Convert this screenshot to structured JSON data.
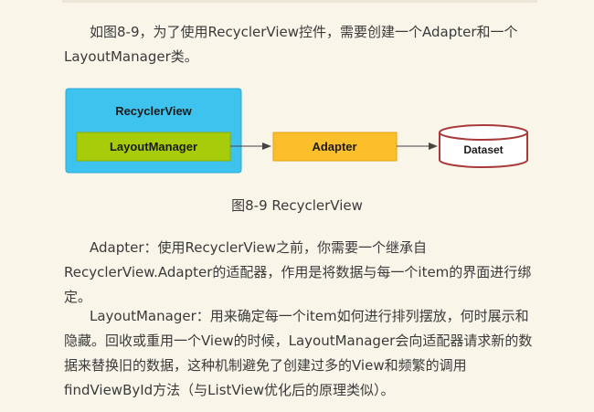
{
  "paragraphs": {
    "intro": "如图8-9，为了使用RecyclerView控件，需要创建一个Adapter和一个LayoutManager类。",
    "adapter": "Adapter：使用RecyclerView之前，你需要一个继承自RecyclerView.Adapter的适配器，作用是将数据与每一个item的界面进行绑定。",
    "layoutmanager": "LayoutManager：用来确定每一个item如何进行排列摆放，何时展示和隐藏。回收或重用一个View的时候，LayoutManager会向适配器请求新的数据来替换旧的数据，这种机制避免了创建过多的View和频繁的调用findViewById方法（与ListView优化后的原理类似）。"
  },
  "diagram": {
    "recyclerview_label": "RecyclerView",
    "layoutmanager_label": "LayoutManager",
    "adapter_label": "Adapter",
    "dataset_label": "Dataset",
    "colors": {
      "recyclerview_fill": "#3ec3ee",
      "layoutmanager_fill": "#a6cc0a",
      "adapter_fill": "#fbbf2b",
      "dataset_stroke": "#a83a3a",
      "arrow": "#444444"
    }
  },
  "caption": "图8-9 RecyclerView"
}
